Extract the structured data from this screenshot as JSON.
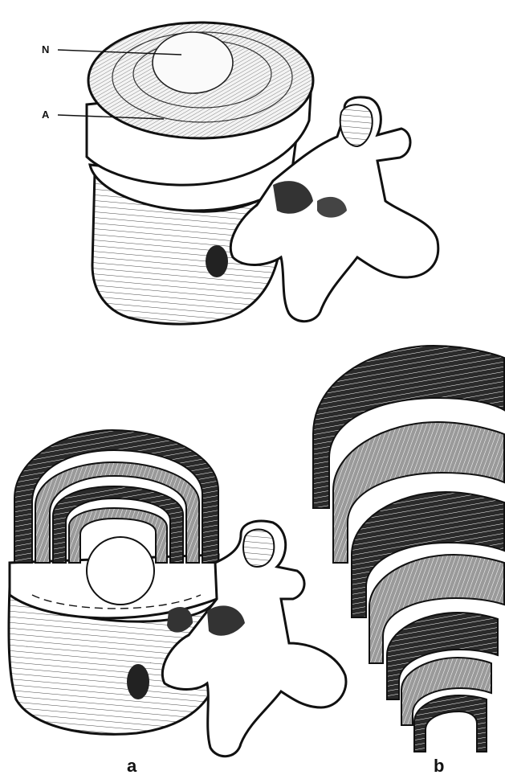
{
  "labels": {
    "nucleus": "N",
    "annulus": "A",
    "panel_a": "a",
    "panel_b": "b"
  },
  "colors": {
    "ink": "#111111",
    "paper": "#ffffff",
    "lamella_dark": "#2a2a2a",
    "lamella_mid": "#8a8a8a",
    "bone_shade": "#d9d9d9"
  }
}
